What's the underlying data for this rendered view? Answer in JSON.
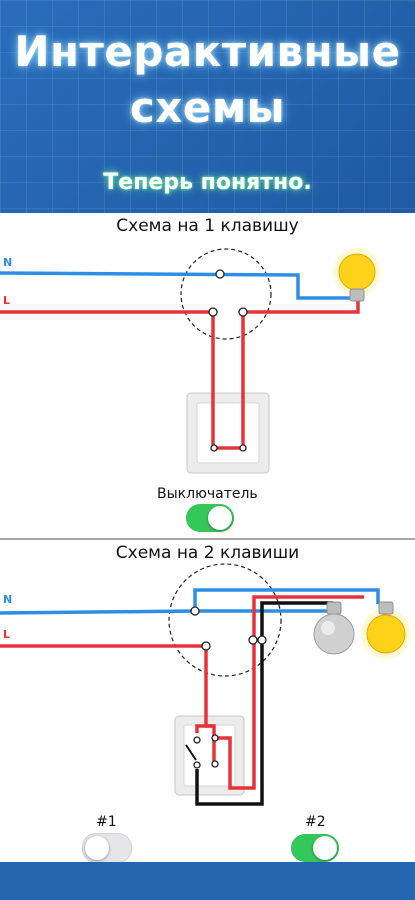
{
  "header": {
    "title_line1": "Интерактивные",
    "title_line2": "схемы",
    "subtitle": "Теперь понятно."
  },
  "scheme1": {
    "title": "Схема на 1 клавишу",
    "neutral_label": "N",
    "line_label": "L",
    "switch_label": "Выключатель",
    "switch_on": true
  },
  "scheme2": {
    "title": "Схема на 2 клавиши",
    "neutral_label": "N",
    "line_label": "L",
    "key1_label": "#1",
    "key1_on": false,
    "key2_label": "#2",
    "key2_on": true
  },
  "colors": {
    "neutral_wire": "#2d8ee6",
    "line_wire": "#e8323a",
    "lamp_on": "#ffd21a",
    "lamp_off": "#d0d0d0",
    "toggle_on": "#34c759",
    "header_bg": "#2566b0"
  },
  "icons": [
    "lamp-on-icon",
    "lamp-off-icon",
    "wall-switch-icon",
    "junction-box-icon"
  ]
}
